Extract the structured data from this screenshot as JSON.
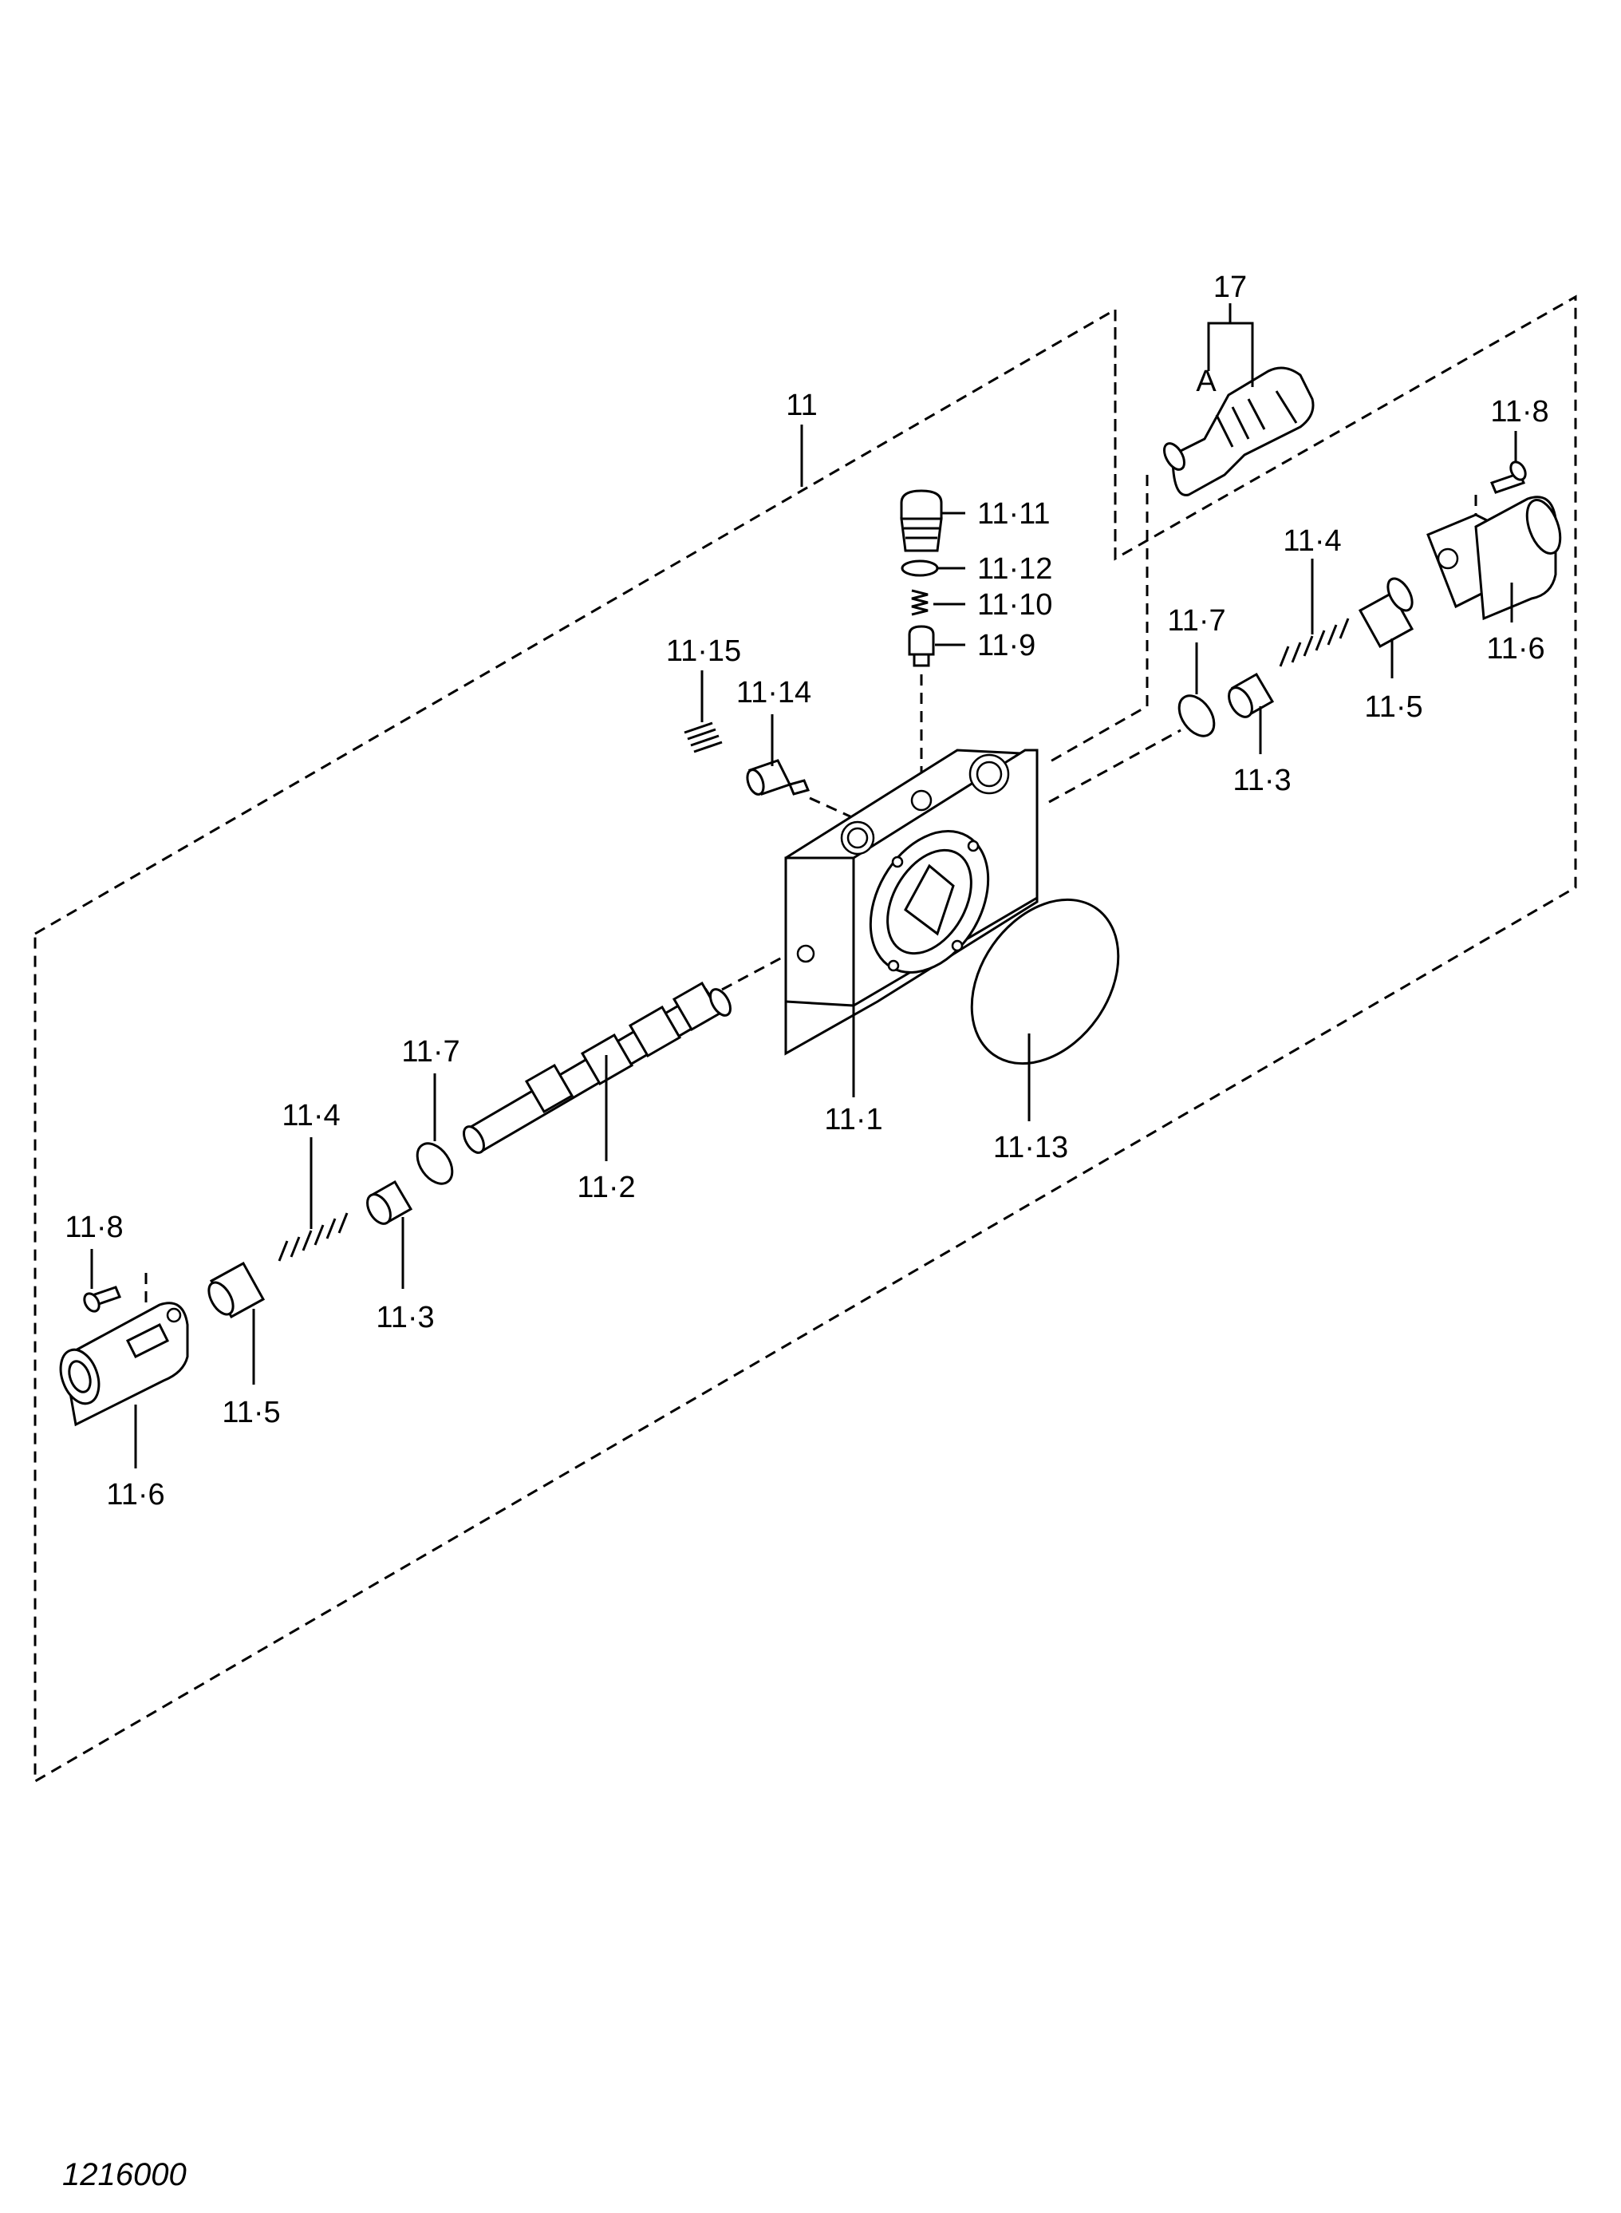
{
  "figure_number": "1216000",
  "callouts": {
    "c11": "11",
    "c17": "17",
    "cA": "A",
    "c11_1": "11·1",
    "c11_2": "11·2",
    "c11_3_right": "11·3",
    "c11_3_left": "11·3",
    "c11_4_right": "11·4",
    "c11_4_left": "11·4",
    "c11_5_right": "11·5",
    "c11_5_left": "11·5",
    "c11_6_right": "11·6",
    "c11_6_left": "11·6",
    "c11_7_right": "11·7",
    "c11_7_left": "11·7",
    "c11_8_right": "11·8",
    "c11_8_left": "11·8",
    "c11_9": "11·9",
    "c11_10": "11·10",
    "c11_11": "11·11",
    "c11_12": "11·12",
    "c11_13": "11·13",
    "c11_14": "11·14",
    "c11_15": "11·15"
  }
}
